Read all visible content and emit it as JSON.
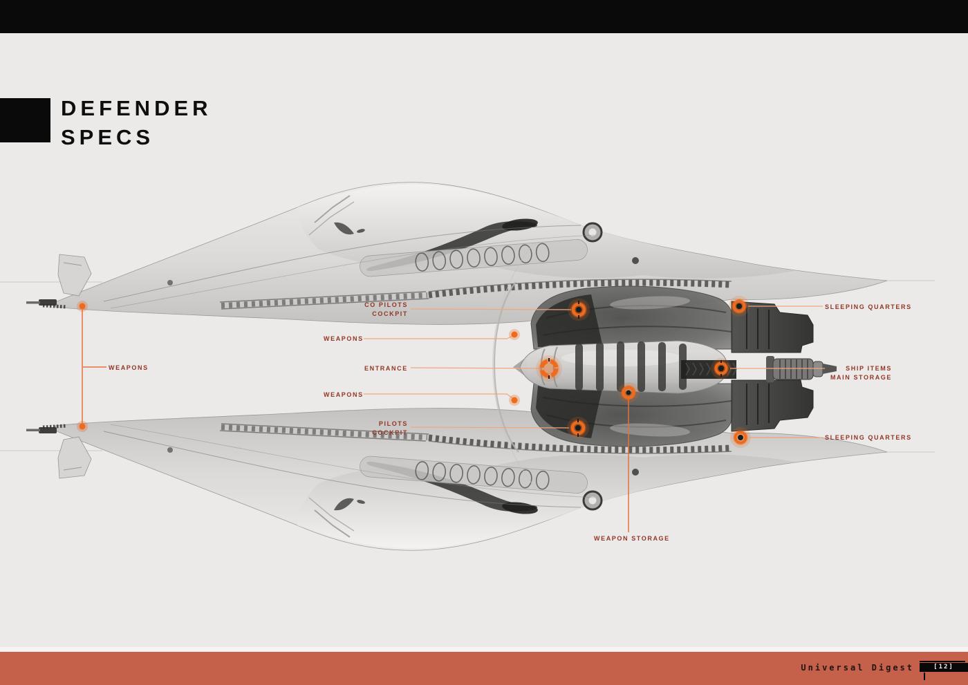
{
  "title": {
    "line1": "DEFENDER",
    "line2": "SPECS"
  },
  "colors": {
    "background": "#ebeae8",
    "top_bar": "#0a0a0a",
    "footer_bar": "#c5614a",
    "accent_orange": "#ee6b1d",
    "label_red": "#923525",
    "leader_line": "#f0a173"
  },
  "ship": {
    "subject": "defender-spaceship-top-view"
  },
  "callouts": {
    "weapons_left": {
      "label": "WEAPONS"
    },
    "co_pilots_cockpit": {
      "line1": "CO PILOTS",
      "line2": "COCKPIT"
    },
    "weapons_upper": {
      "label": "WEAPONS"
    },
    "entrance": {
      "label": "ENTRANCE"
    },
    "weapons_lower": {
      "label": "WEAPONS"
    },
    "pilots_cockpit": {
      "line1": "PILOTS",
      "line2": "COCKPIT"
    },
    "sleeping_quarters_upper": {
      "label": "SLEEPING QUARTERS"
    },
    "ship_items_main_storage": {
      "line1": "SHIP ITEMS",
      "line2": "MAIN STORAGE"
    },
    "sleeping_quarters_lower": {
      "label": "SLEEPING QUARTERS"
    },
    "weapon_storage": {
      "label": "WEAPON STORAGE"
    }
  },
  "markers": {
    "weapons_left_top": "dot",
    "weapons_left_bottom": "dot",
    "weapons_upper": "dot",
    "weapons_lower": "dot",
    "co_pilots_cockpit": "ring",
    "pilots_cockpit": "ring",
    "entrance": "donut",
    "weapon_storage": "donut",
    "sleeping_quarters_upper": "ring",
    "sleeping_quarters_lower": "ring",
    "ship_items_main_storage": "ring"
  },
  "footer": {
    "publication": "Universal Digest",
    "page_number": "[12]"
  }
}
